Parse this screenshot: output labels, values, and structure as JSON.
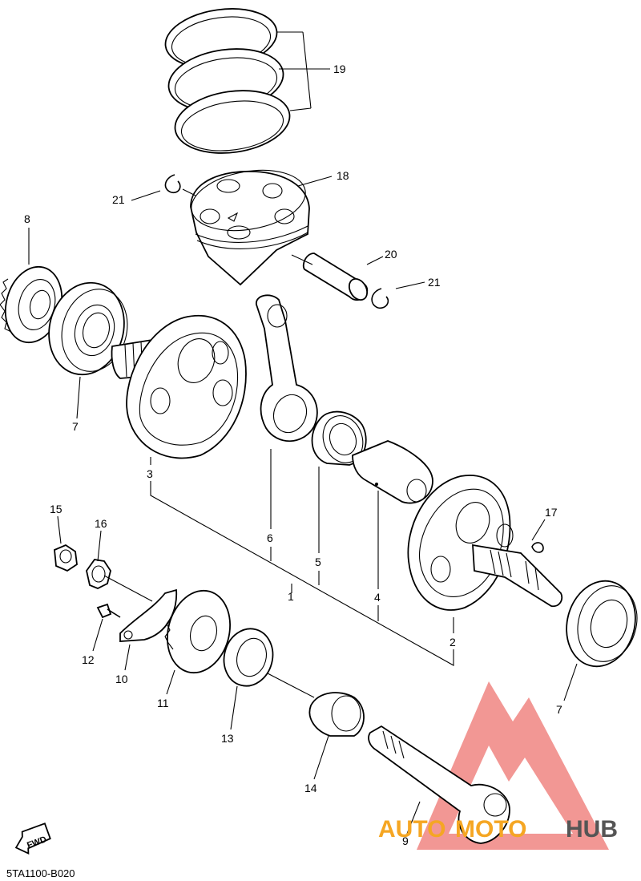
{
  "diagram_code": "5TA1100-B020",
  "fwd_label": "FWD",
  "watermark": {
    "part1": "AUTO",
    "part2": "MOTO",
    "part3": "HUB",
    "color_orange": "#f5a623",
    "color_red": "#e8413c",
    "color_dark": "#555555"
  },
  "callouts": {
    "c1": "1",
    "c2": "2",
    "c3": "3",
    "c4": "4",
    "c5": "5",
    "c6": "6",
    "c7a": "7",
    "c7b": "7",
    "c8": "8",
    "c9": "9",
    "c10": "10",
    "c11": "11",
    "c12": "12",
    "c13": "13",
    "c14": "14",
    "c15": "15",
    "c16": "16",
    "c17": "17",
    "c18": "18",
    "c19": "19",
    "c20": "20",
    "c21a": "21",
    "c21b": "21"
  }
}
